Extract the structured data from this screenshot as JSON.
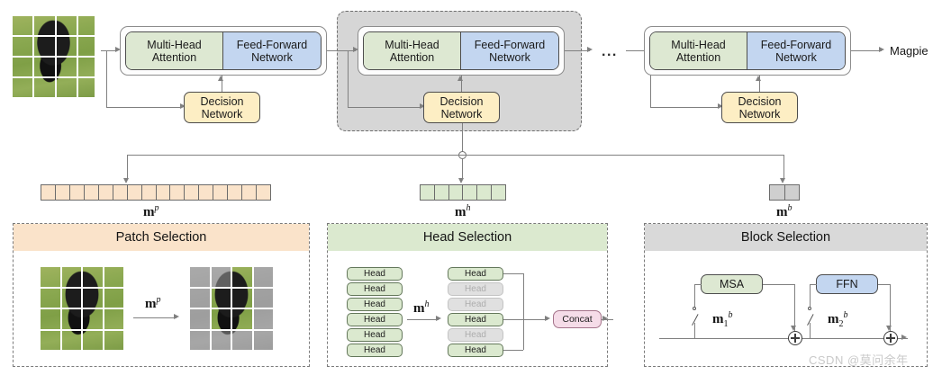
{
  "figure": {
    "output_label": "Magpie",
    "ellipsis": "...",
    "watermark": "CSDN @莫问余年"
  },
  "encoders": [
    {
      "id": "encoder-1",
      "msa_label": "Multi-Head\nAttention",
      "ffn_label": "Feed-Forward\nNetwork",
      "decision_label": "Decision\nNetwork",
      "highlighted": false
    },
    {
      "id": "encoder-2",
      "msa_label": "Multi-Head\nAttention",
      "ffn_label": "Feed-Forward\nNetwork",
      "decision_label": "Decision\nNetwork",
      "highlighted": true
    },
    {
      "id": "encoder-n",
      "msa_label": "Multi-Head\nAttention",
      "ffn_label": "Feed-Forward\nNetwork",
      "decision_label": "Decision\nNetwork",
      "highlighted": false
    }
  ],
  "masks": {
    "patch": {
      "symbol": "m",
      "superscript": "p",
      "cells": 16,
      "color": "#fae3ca"
    },
    "head": {
      "symbol": "m",
      "superscript": "h",
      "cells": 6,
      "color": "#dbe9cf"
    },
    "block": {
      "symbol": "m",
      "superscript": "b",
      "cells": 2,
      "color": "#cfcfcf"
    }
  },
  "panels": {
    "patch_selection": {
      "title": "Patch Selection",
      "arrow_label": {
        "symbol": "m",
        "superscript": "p"
      },
      "grid_rows": 4,
      "grid_cols": 4,
      "selected_patches": [
        6,
        7,
        10,
        11
      ],
      "accent": "#fae3ca"
    },
    "head_selection": {
      "title": "Head Selection",
      "arrow_label": {
        "symbol": "m",
        "superscript": "h"
      },
      "head_label": "Head",
      "concat_label": "Concat",
      "input_heads": [
        "Head",
        "Head",
        "Head",
        "Head",
        "Head",
        "Head"
      ],
      "output_heads": [
        {
          "label": "Head",
          "active": true
        },
        {
          "label": "Head",
          "active": false
        },
        {
          "label": "Head",
          "active": false
        },
        {
          "label": "Head",
          "active": true
        },
        {
          "label": "Head",
          "active": false
        },
        {
          "label": "Head",
          "active": true
        }
      ],
      "accent": "#dbe9cf"
    },
    "block_selection": {
      "title": "Block Selection",
      "msa_label": "MSA",
      "ffn_label": "FFN",
      "switch1_label": {
        "symbol": "m",
        "subscript": "1",
        "superscript": "b"
      },
      "switch2_label": {
        "symbol": "m",
        "subscript": "2",
        "superscript": "b"
      },
      "sum_symbol": "+",
      "accent": "#d9d9d9"
    }
  }
}
